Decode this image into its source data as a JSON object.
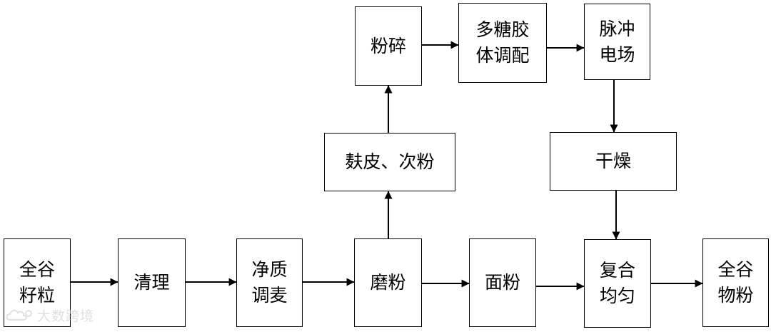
{
  "nodes": {
    "grain": "全谷\n籽粒",
    "clean": "清理",
    "temper": "净质\n调麦",
    "mill": "磨粉",
    "flour": "面粉",
    "mix": "复合\n均匀",
    "product": "全谷\n物粉",
    "bran": "麸皮、次粉",
    "crush": "粉碎",
    "colloid": "多糖胶\n体调配",
    "pef": "脉冲\n电场",
    "dry": "干燥"
  },
  "watermark": {
    "text": "大数跨境",
    "logo_icon": "cloud-logo-icon"
  },
  "colors": {
    "stroke": "#000000",
    "background": "#ffffff",
    "watermark": "#c7c7c7"
  }
}
